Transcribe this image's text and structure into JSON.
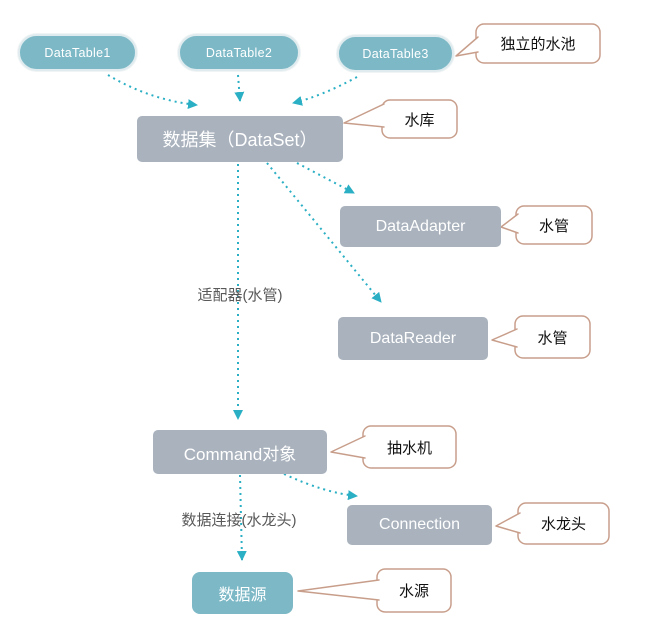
{
  "nodes": {
    "datatable1": "DataTable1",
    "datatable2": "DataTable2",
    "datatable3": "DataTable3",
    "dataset": "数据集（DataSet）",
    "dataadapter": "DataAdapter",
    "datareader": "DataReader",
    "command": "Command对象",
    "connection": "Connection",
    "datasource": "数据源"
  },
  "callouts": {
    "pool": "独立的水池",
    "reservoir": "水库",
    "pipe_adapter": "水管",
    "pipe_reader": "水管",
    "pump": "抽水机",
    "faucet": "水龙头",
    "source": "水源"
  },
  "edge_labels": {
    "adapter": "适配器(水管)",
    "connection": "数据连接(水龙头)"
  },
  "colors": {
    "node_teal": "#7cb8c6",
    "node_gray": "#a9b2bd",
    "arrow": "#2aafc4",
    "callout_border": "#c89e8b",
    "text_white": "#ffffff",
    "label_gray": "#595959"
  }
}
